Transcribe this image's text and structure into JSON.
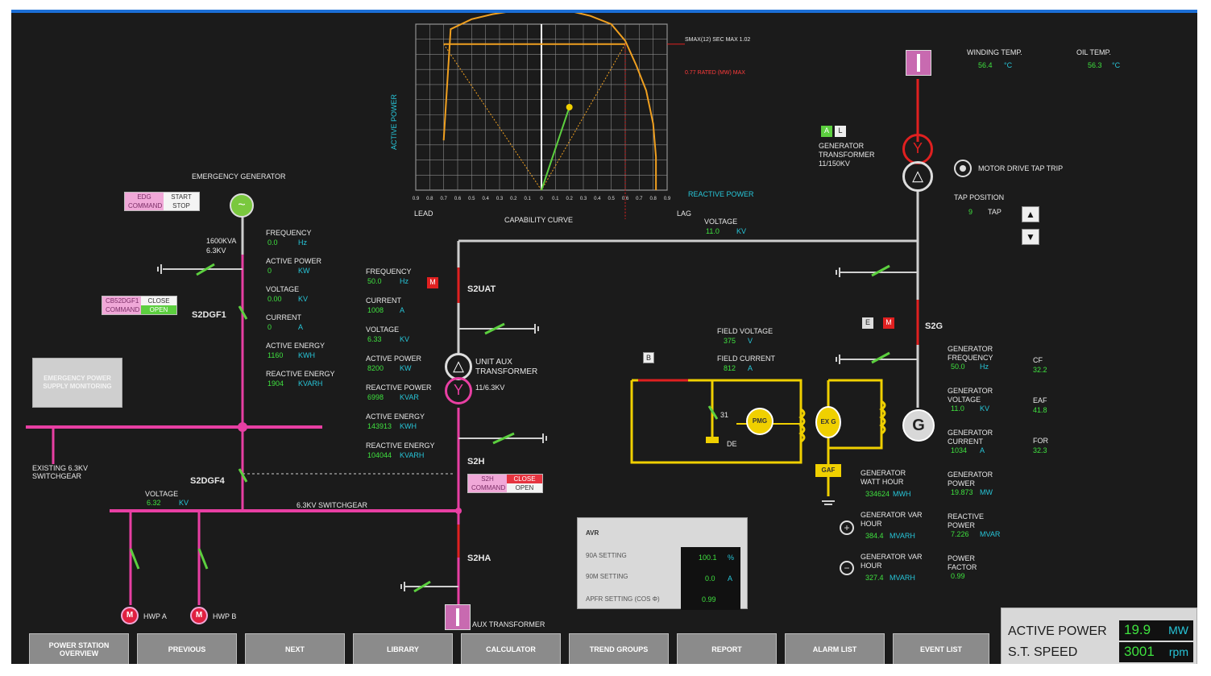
{
  "colors": {
    "bus_pink": "#e83fa3",
    "bus_gray": "#cfcfcf",
    "bus_red": "#e02020",
    "field_yellow": "#f0d000",
    "value_green": "#3fe23f",
    "unit_cyan": "#27c6d9",
    "curve_orange": "#f0a020"
  },
  "chart_data": {
    "type": "line",
    "title": "",
    "xlabel": "CAPABILITY CURVE",
    "ylabel": "ACTIVE POWER",
    "x_left_label": "LEAD",
    "x_right_label": "LAG",
    "x_axis_name": "REACTIVE POWER",
    "xticks": [
      "0.9",
      "0.8",
      "0.7",
      "0.6",
      "0.5",
      "0.4",
      "0.3",
      "0.2",
      "0.1",
      "0",
      "0.1",
      "0.2",
      "0.3",
      "0.4",
      "0.5",
      "0.6",
      "0.7",
      "0.8",
      "0.9"
    ],
    "xlim": [
      -0.9,
      0.9
    ],
    "ylim": [
      0,
      1
    ],
    "grid": true,
    "series": [
      {
        "x": [
          -0.7,
          -0.65,
          -0.5,
          -0.35,
          -0.2,
          0,
          0.2,
          0.35,
          0.5,
          0.6,
          0.68,
          0.75,
          0.8,
          0.82,
          0.82
        ],
        "y": [
          0.3,
          0.97,
          1.03,
          1.06,
          1.08,
          1.09,
          1.08,
          1.05,
          1.0,
          0.9,
          0.75,
          0.6,
          0.4,
          0.2,
          0.0
        ]
      },
      {
        "x": [
          -0.7,
          0.6
        ],
        "y": [
          0.88,
          0.88
        ]
      }
    ],
    "operating_point": {
      "x": 0.2,
      "y": 0.5
    }
  },
  "chart_labels": {
    "top": "SMAX(12) sec max 1.02",
    "mid": "0.77 rated (MW) max"
  },
  "emergency": {
    "title": "EMERGENCY GENERATOR",
    "rating": "1600KVA",
    "rating2": "6.3KV",
    "ctl1": {
      "k1": "EDG",
      "v1": "START",
      "k2": "COMMAND",
      "v2": "STOP"
    },
    "ctl2": {
      "k1": "CB52DGF1",
      "v1": "CLOSE",
      "k2": "COMMAND",
      "v2": "OPEN"
    },
    "breaker": "S2DGF1",
    "breaker2": "S2DGF4",
    "monitor_btn": "EMERGENCY POWER SUPPLY MONITORING",
    "existing": "EXISTING 6.3KV SWITCHGEAR",
    "meas": [
      {
        "label": "FREQUENCY",
        "value": "0.0",
        "unit": "Hz"
      },
      {
        "label": "ACTIVE POWER",
        "value": "0",
        "unit": "KW"
      },
      {
        "label": "VOLTAGE",
        "value": "0.00",
        "unit": "KV"
      },
      {
        "label": "CURRENT",
        "value": "0",
        "unit": "A"
      },
      {
        "label": "ACTIVE ENERGY",
        "value": "1160",
        "unit": "KWH"
      },
      {
        "label": "REACTIVE ENERGY",
        "value": "1904",
        "unit": "KVARH"
      }
    ],
    "bus_voltage": {
      "label": "VOLTAGE",
      "value": "6.32",
      "unit": "KV"
    }
  },
  "switchgear": {
    "label": "6.3KV SWITCHGEAR",
    "hwp_a": "HWP A",
    "hwp_b": "HWP B",
    "m": "M"
  },
  "unit_aux": {
    "meas": [
      {
        "label": "FREQUENCY",
        "value": "50.0",
        "unit": "Hz"
      },
      {
        "label": "CURRENT",
        "value": "1008",
        "unit": "A"
      },
      {
        "label": "VOLTAGE",
        "value": "6.33",
        "unit": "KV"
      },
      {
        "label": "ACTIVE POWER",
        "value": "8200",
        "unit": "KW"
      },
      {
        "label": "REACTIVE POWER",
        "value": "6998",
        "unit": "KVAR"
      },
      {
        "label": "ACTIVE ENERGY",
        "value": "143913",
        "unit": "KWH"
      },
      {
        "label": "REACTIVE ENERGY",
        "value": "104044",
        "unit": "KVARH"
      }
    ],
    "breaker_top": "S2UAT",
    "xfmr_label": "UNIT AUX TRANSFORMER",
    "xfmr_ratio": "11/6.3KV",
    "breaker_mid": "S2H",
    "breaker_bot": "S2HA",
    "ctl": {
      "k1": "S2H",
      "v1": "CLOSE",
      "k2": "COMMAND",
      "v2": "OPEN"
    },
    "aux_xfmr": "AUX TRANSFORMER",
    "m": "M"
  },
  "field": {
    "field_voltage": {
      "label": "FIELD VOLTAGE",
      "value": "375",
      "unit": "V"
    },
    "field_current": {
      "label": "FIELD CURRENT",
      "value": "812",
      "unit": "A"
    },
    "pmg": "PMG",
    "exc": "EX G",
    "gaf": "GAF",
    "de": "DE",
    "n31": "31",
    "b": "B"
  },
  "gen": {
    "g": "G",
    "voltage": {
      "label": "VOLTAGE",
      "value": "11.0",
      "unit": "KV"
    },
    "breaker": "S2G",
    "xfmr": "GENERATOR TRANSFORMER 11/150KV",
    "a": "A",
    "l": "L",
    "e": "E",
    "m": "M",
    "motor_drive": "MOTOR DRIVE TAP TRIP",
    "tap_label": "TAP POSITION",
    "tap_value": "9",
    "tap_unit": "TAP",
    "winding": {
      "label": "WINDING TEMP.",
      "value": "56.4",
      "unit": "°C"
    },
    "oil": {
      "label": "OIL TEMP.",
      "value": "56.3",
      "unit": "°C"
    },
    "right": [
      {
        "label": "GENERATOR FREQUENCY",
        "value": "50.0",
        "unit": "Hz"
      },
      {
        "label": "GENERATOR VOLTAGE",
        "value": "11.0",
        "unit": "KV"
      },
      {
        "label": "GENERATOR CURRENT",
        "value": "1034",
        "unit": "A"
      },
      {
        "label": "GENERATOR POWER",
        "value": "19.873",
        "unit": "MW"
      },
      {
        "label": "REACTIVE POWER",
        "value": "7.226",
        "unit": "MVAR"
      },
      {
        "label": "POWER FACTOR",
        "value": "0.99",
        "unit": ""
      }
    ],
    "right2": [
      {
        "label": "CF",
        "value": "32.2"
      },
      {
        "label": "EAF",
        "value": "41.8"
      },
      {
        "label": "FOR",
        "value": "32.3"
      }
    ],
    "watt": {
      "label": "GENERATOR WATT HOUR",
      "value": "334624",
      "unit": "MWH"
    },
    "var_plus": {
      "label": "GENERATOR VAR HOUR",
      "value": "384.4",
      "unit": "MVARH"
    },
    "var_minus": {
      "label": "GENERATOR VAR HOUR",
      "value": "327.4",
      "unit": "MVARH"
    }
  },
  "avr": {
    "title": "AVR",
    "rows": [
      {
        "label": "90A SETTING",
        "value": "100.1",
        "unit": "%"
      },
      {
        "label": "90M SETTING",
        "value": "0.0",
        "unit": "A"
      },
      {
        "label": "APFR SETTING (COS Φ)",
        "value": "0.99",
        "unit": ""
      }
    ]
  },
  "panel": {
    "active_power_label": "ACTIVE POWER",
    "active_power_value": "19.9",
    "active_power_unit": "MW",
    "speed_label": "S.T. SPEED",
    "speed_value": "3001",
    "speed_unit": "rpm"
  },
  "nav": [
    "POWER STATION OVERVIEW",
    "PREVIOUS",
    "NEXT",
    "LIBRARY",
    "CALCULATOR",
    "TREND GROUPS",
    "REPORT",
    "ALARM LIST",
    "EVENT LIST"
  ]
}
